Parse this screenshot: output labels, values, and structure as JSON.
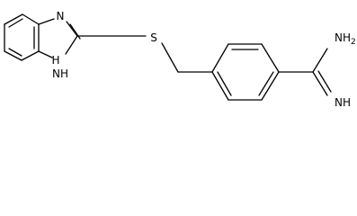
{
  "atoms": {
    "imidazole_n": "N",
    "imidazole_nh": "NH",
    "imidazole_nh_index": "H",
    "sulfur": "S",
    "amine": "NH",
    "amine_subscript": "2",
    "imine": "NH"
  },
  "colors": {
    "bond": "#000000",
    "label": "#000000",
    "background": "#ffffff"
  }
}
